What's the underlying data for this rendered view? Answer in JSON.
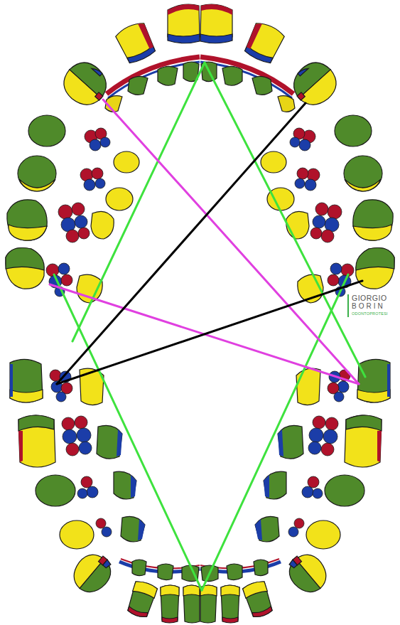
{
  "diagram": {
    "labels": [
      "GIORGIO",
      "BORIN",
      "ODONTOPROTESI"
    ]
  }
}
